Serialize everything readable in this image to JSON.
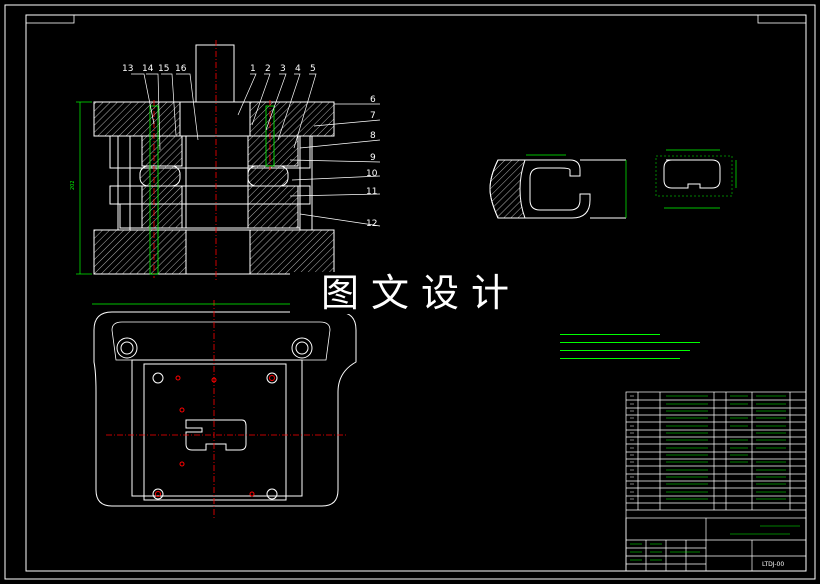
{
  "watermark": "图文设计",
  "part_labels": [
    "1",
    "2",
    "3",
    "4",
    "5",
    "6",
    "7",
    "8",
    "9",
    "10",
    "11",
    "12",
    "13",
    "14",
    "15",
    "16"
  ],
  "drawing_code": "LTDJ-00",
  "colors": {
    "background": "#000000",
    "lines": "#ffffff",
    "dimensions": "#00ff00",
    "center_lines": "#ff0000",
    "hatch": "#ffffff"
  }
}
